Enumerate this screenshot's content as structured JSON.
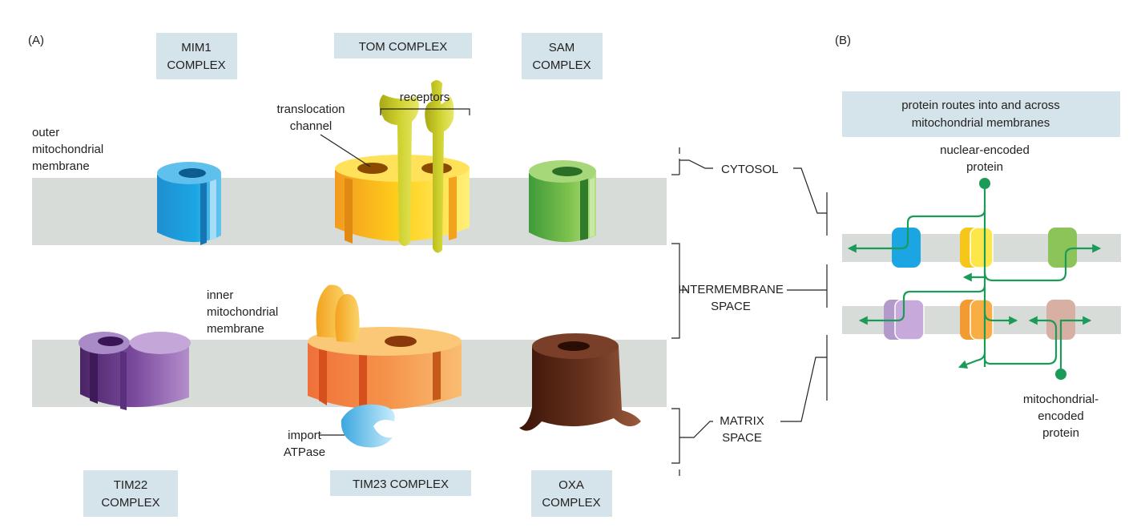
{
  "panel_a_label": "(A)",
  "panel_b_label": "(B)",
  "complexes": {
    "mim1": [
      "MIM1",
      "COMPLEX"
    ],
    "tom": [
      "TOM COMPLEX"
    ],
    "sam": [
      "SAM",
      "COMPLEX"
    ],
    "tim22": [
      "TIM22",
      "COMPLEX"
    ],
    "tim23": [
      "TIM23 COMPLEX"
    ],
    "oxa": [
      "OXA",
      "COMPLEX"
    ]
  },
  "labels": {
    "receptors": "receptors",
    "translocation_channel": [
      "translocation",
      "channel"
    ],
    "outer_membrane": [
      "outer",
      "mitochondrial",
      "membrane"
    ],
    "inner_membrane": [
      "inner",
      "mitochondrial",
      "membrane"
    ],
    "import_atpase": [
      "import",
      "ATPase"
    ]
  },
  "compartments": {
    "cytosol": [
      "CYTOSOL"
    ],
    "intermembrane": [
      "INTERMEMBRANE",
      "SPACE"
    ],
    "matrix": [
      "MATRIX",
      "SPACE"
    ]
  },
  "panel_b": {
    "title": [
      "protein routes into and across",
      "mitochondrial membranes"
    ],
    "nuclear_protein": [
      "nuclear-encoded",
      "protein"
    ],
    "mito_protein": [
      "mitochondrial-",
      "encoded",
      "protein"
    ]
  },
  "colors": {
    "membrane": "#d7dcd9",
    "label_box": "#d5e3ea",
    "route": "#1a9b57",
    "mim1": "#1b9bd8",
    "tom": "#f6c61a",
    "sam": "#78b848",
    "tim22": "#7b4b9e",
    "tim23": "#f08a3a",
    "oxa": "#5b2a1a",
    "receptor": "#c8c92a",
    "atpase": "#7cc8ec"
  }
}
